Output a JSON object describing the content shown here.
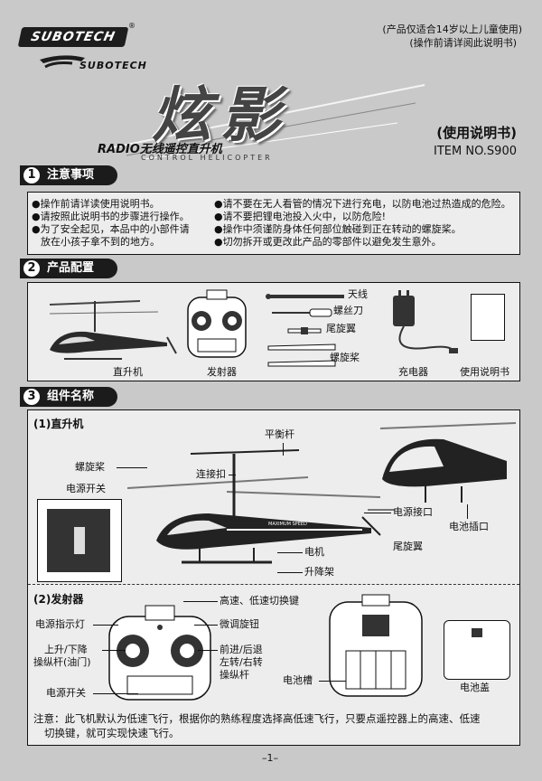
{
  "header": {
    "brand": "SUBOTECH",
    "brand_reg": "®",
    "brand_sub": "SUBOTECH",
    "title": "炫影",
    "title_sub": "RADIO无线遥控直升机",
    "title_sub2": "CONTROL HELICOPTER",
    "age_note": "(产品仅适合14岁以上儿童使用)",
    "read_note": "(操作前请详阅此说明书)",
    "manual": "(使用说明书)",
    "item_no": "ITEM NO.S900"
  },
  "section1": {
    "num": "1",
    "title": "注意事项",
    "left": [
      "●操作前请详读使用说明书。",
      "●请按照此说明书的步骤进行操作。",
      "●为了安全起见，本品中的小部件请",
      "放在小孩子拿不到的地方。"
    ],
    "right": [
      "●请不要在无人看管的情况下进行充电，以防电池过热造成的危险。",
      "●请不要把锂电池投入火中，以防危险!",
      "●操作中须谨防身体任何部位触碰到正在转动的螺旋桨。",
      "●切勿拆开或更改此产品的零部件以避免发生意外。"
    ]
  },
  "section2": {
    "num": "2",
    "title": "产品配置",
    "helicopter": "直升机",
    "transmitter": "发射器",
    "antenna": "天线",
    "screwdriver": "螺丝刀",
    "tail_wing": "尾旋翼",
    "propeller": "螺旋桨",
    "charger": "充电器",
    "manual": "使用说明书"
  },
  "section3": {
    "num": "3",
    "title": "组件名称",
    "heli": {
      "heading": "(1)直升机",
      "flybar": "平衡杆",
      "propeller": "螺旋桨",
      "link": "连接扣",
      "power_switch": "电源开关",
      "charge_port": "电源接口",
      "battery_port": "电池插口",
      "motor": "电机",
      "tail_wing": "尾旋翼",
      "landing_gear": "升降架",
      "body_text": "MAXIMUM SPEED"
    },
    "tx": {
      "heading": "(2)发射器",
      "speed_switch": "高速、低速切换键",
      "power_led": "电源指示灯",
      "trim": "微调旋钮",
      "throttle1": "上升/下降",
      "throttle2": "操纵杆(油门)",
      "dir1": "前进/后退",
      "dir2": "左转/右转",
      "dir3": "操纵杆",
      "power_switch": "电源开关",
      "battery_slot": "电池槽",
      "battery_cover": "电池盖"
    },
    "note1": "注意：此飞机默认为低速飞行，根据你的熟练程度选择高低速飞行，只要点遥控器上的高速、低速",
    "note2": "切换键，就可实现快速飞行。"
  },
  "footer": {
    "page": "–1–"
  }
}
